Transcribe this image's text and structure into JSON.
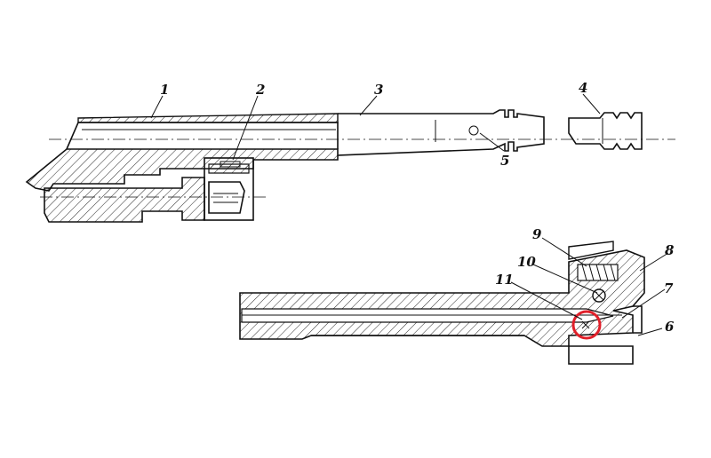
{
  "labels": {
    "n1": "1",
    "n2": "2",
    "n3": "3",
    "n4": "4",
    "n5": "5",
    "n6": "6",
    "n7": "7",
    "n8": "8",
    "n9": "9",
    "n10": "10",
    "n11": "11"
  },
  "colors": {
    "ink": "#111111",
    "highlight": "#e0202a",
    "background": "#ffffff"
  }
}
